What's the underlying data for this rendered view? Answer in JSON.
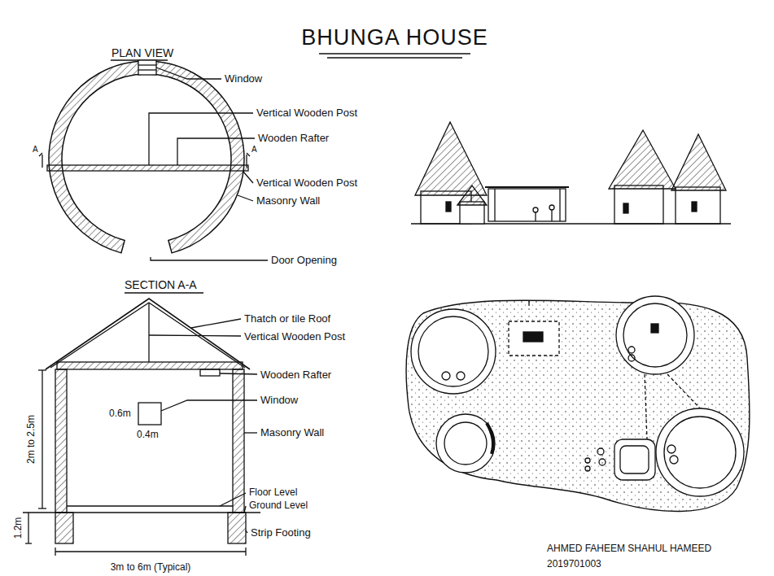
{
  "diagram": {
    "title": "BHUNGA HOUSE",
    "labels": [
      "PLAN VIEW",
      "Window",
      "Vertical Wooden Post",
      "Wooden Rafter",
      "A",
      "A",
      "Vertical Wooden Post",
      "Masonry Wall",
      "Door Opening",
      "SECTION A-A",
      "Thatch or tile Roof",
      "Vertical Wooden Post",
      "Wooden Rafter",
      "Window",
      "Masonry Wall",
      "0.6m",
      "0.4m",
      "2m to 2.5m",
      "Floor Level",
      "Ground Level",
      "1.2m",
      "3m to 6m (Typical)",
      "Strip Footing",
      "AHMED FAHEEM SHAHUL HAMEED",
      "2019701003"
    ]
  }
}
